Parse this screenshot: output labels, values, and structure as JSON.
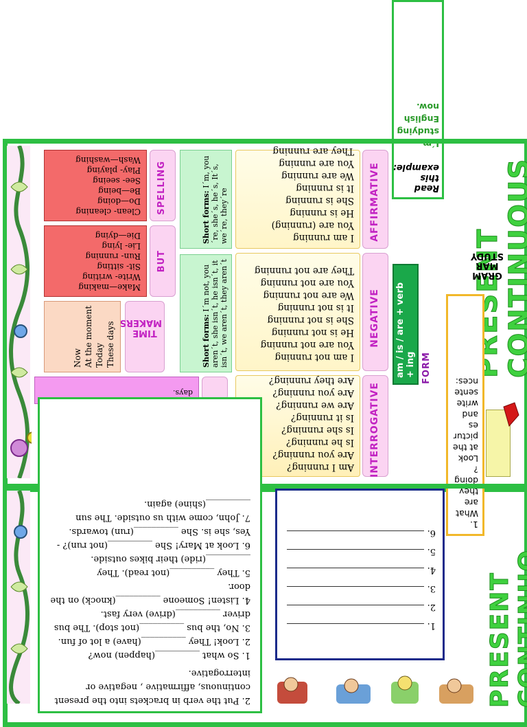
{
  "headings": {
    "main_title": "PRESENT CONTINUOUS",
    "lower_title": "PRESENT CONTINUOUS",
    "visible_lower": "PRESENT CONTINUO"
  },
  "example_note": {
    "label": "Read this example:",
    "sentence": "I´m studying English now."
  },
  "form_box": {
    "label": "FORM",
    "formula": "am / is / are + verb + ing"
  },
  "grammar_label": "GRAM MAR STUDY",
  "affirmative": {
    "label": "AFFIRMATIVE",
    "lines": [
      "I am running",
      "You are (running)",
      "He is running",
      "She is running",
      "It is running",
      "We are running",
      "You are running",
      "They are running"
    ]
  },
  "negative": {
    "label": "NEGATIVE",
    "lines": [
      "I am not running",
      "You are not running",
      "He is not running",
      "She is not running",
      "It is not running",
      "We are not running",
      "You are not running",
      "They are not running"
    ]
  },
  "interrogative": {
    "label": "INTERROGATIVE",
    "lines": [
      "Am I running?",
      "Are you running?",
      "Is he running?",
      "Is she running?",
      "Is it running?",
      "Are we running?",
      "Are you running?",
      "Are they running?"
    ]
  },
  "short_forms_positive": {
    "label": "Short forms:",
    "text": "I´m, you´re, she´s, he´s, It´s, we´re, they´re"
  },
  "short_forms_negative": {
    "label": "Short forms:",
    "text": "I´m not, you aren´t, she isn´t, he isn´t, it isn´t, we aren´t, they aren´t"
  },
  "spelling": {
    "label": "SPELLING",
    "lines": [
      "Clean- cleaning",
      "Do—doing",
      "Be—being",
      "See- seeing",
      "Play- playing",
      "Wash—washing"
    ]
  },
  "but": {
    "label": "BUT",
    "lines": [
      "Make—making",
      "Write- writing",
      "Sit- sitting",
      "Run- running",
      "Lie- lying",
      "Die—dying"
    ]
  },
  "time_makers": {
    "label": "TIME MAKERS",
    "lines": [
      "Now",
      "At the moment",
      "Today",
      "These days"
    ]
  },
  "pink_note": {
    "visible_text": "days."
  },
  "picture_task": {
    "label": "1. What are they doing? Look at the pictures and write sentences:"
  },
  "answer_box": {
    "numbers": [
      "1.",
      "2.",
      "3.",
      "4.",
      "5.",
      "6."
    ]
  },
  "exercise": {
    "instruction": "2. Put the verb in brackets into the present continuous, affirmative , negative or interrogative.",
    "items": [
      "1. So what __________(happen) now?",
      "2. Look! They __________(have) a lot of fun.",
      "3. No, the bus __________(not stop). The bus driver __________(drive) very fast.",
      "4. Listen! Someone __________(knock) on the door.",
      "5. They __________(not read). They __________(ride) their bikes outside.",
      "6. Look at Mary! She __________(not run)? - Yes, she is. She __________(run) towards.",
      "7. John, come with us outside. The sun __________(shine) again."
    ]
  }
}
